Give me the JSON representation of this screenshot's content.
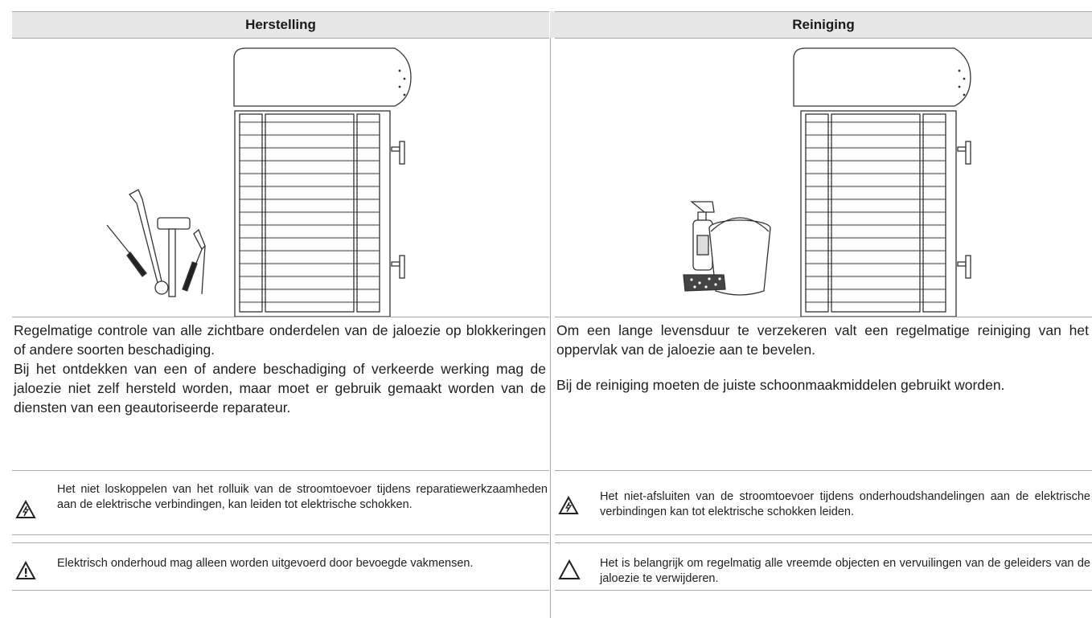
{
  "left": {
    "header": "Herstelling",
    "paragraphs": [
      "Regelmatige controle van alle zichtbare onderdelen van de jaloezie op blokkeringen of andere soorten beschadiging.",
      "Bij het ontdekken van een of andere beschadiging of verkeerde werking mag de jaloezie niet zelf hersteld worden, maar moet er gebruik gemaakt worden van de diensten van een geautoriseerde reparateur."
    ],
    "warning_electric": "Het niet loskoppelen van het rolluik van de stroomtoevoer tijdens reparatiewerkzaamheden aan de elektrische verbindingen, kan leiden tot elektrische schokken.",
    "warning_general": "Elektrisch onderhoud mag alleen worden uitgevoerd door bevoegde vakmensen.",
    "illustration_icons": [
      "screwdriver-icon",
      "wrench-icon",
      "hammer-icon",
      "pliers-icon",
      "roller-shutter-icon"
    ]
  },
  "right": {
    "header": "Reiniging",
    "paragraphs": [
      "Om een lange levensduur te verzekeren valt een regelmatige reiniging van het oppervlak van de jaloezie aan te bevelen.",
      "Bij de reiniging moeten de juiste schoonmaakmiddelen gebruikt worden."
    ],
    "warning_electric": "Het niet-afsluiten van de stroomtoevoer tijdens onderhoudshandelingen aan de elektrische verbindingen kan tot elektrische schokken leiden.",
    "warning_general": "Het is belangrijk om regelmatig alle vreemde objecten en vervuilingen van de geleiders van de jaloezie te verwijderen.",
    "illustration_icons": [
      "spray-bottle-icon",
      "bucket-icon",
      "sponge-icon",
      "roller-shutter-icon"
    ]
  },
  "colors": {
    "header_bg": "#e7e7e7",
    "rule": "#a8a8a8",
    "text": "#1e1e1e"
  }
}
